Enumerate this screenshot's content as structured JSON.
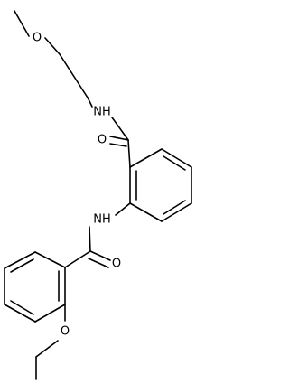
{
  "molecule": {
    "atoms": {
      "o_methoxy": "O",
      "nh_amide_top": "NH",
      "o_carbonyl_top": "O",
      "nh_amide_mid": "NH",
      "o_carbonyl_bottom": "O",
      "o_ethoxy": "O"
    }
  },
  "colors": {
    "bond": "#000000",
    "label": "#000000",
    "background": "#ffffff"
  }
}
